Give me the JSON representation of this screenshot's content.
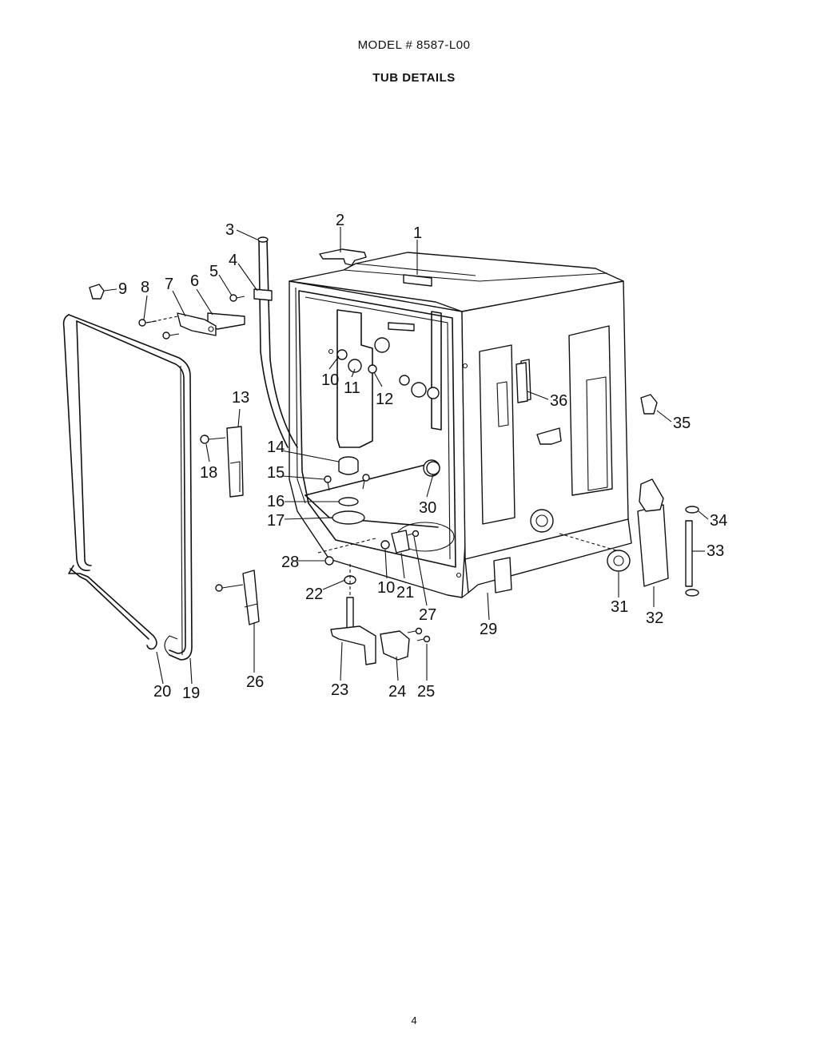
{
  "header": {
    "model": "MODEL # 8587-L00",
    "title": "TUB DETAILS"
  },
  "footer": {
    "page_number": "4"
  },
  "callouts": [
    "1",
    "2",
    "3",
    "4",
    "5",
    "6",
    "7",
    "8",
    "9",
    "10",
    "11",
    "12",
    "13",
    "14",
    "15",
    "16",
    "17",
    "18",
    "19",
    "20",
    "21",
    "22",
    "23",
    "24",
    "25",
    "26",
    "27",
    "28",
    "29",
    "30",
    "31",
    "32",
    "33",
    "34",
    "35",
    "36"
  ],
  "callout_10b": "10"
}
